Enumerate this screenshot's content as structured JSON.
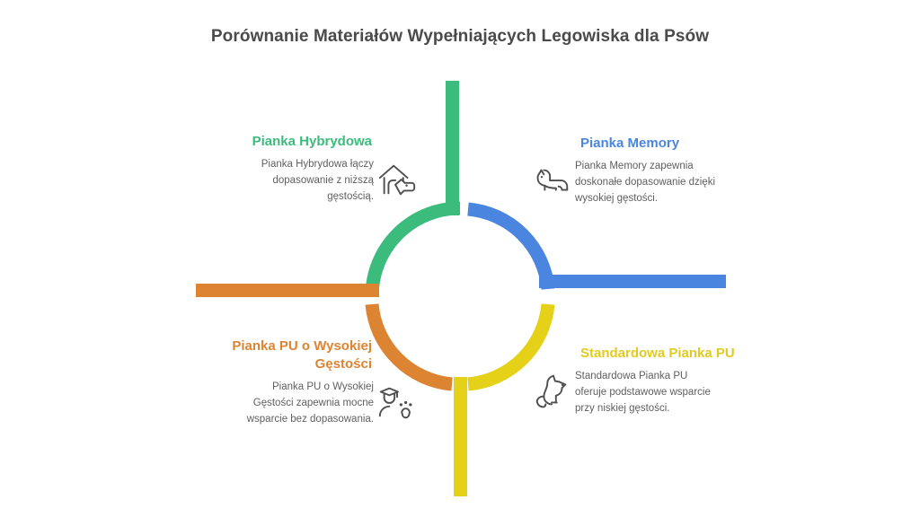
{
  "title": "Porównanie Materiałów Wypełniających Legowiska dla Psów",
  "colors": {
    "green": "#3cbc7c",
    "blue": "#4a86e0",
    "orange": "#dd8432",
    "yellow": "#e5d118",
    "title_text": "#4a4a4a",
    "body_text": "#5f5f5f",
    "icon_stroke": "#4f4f4f",
    "background": "#ffffff"
  },
  "quadrants": {
    "top_left": {
      "heading": "Pianka Hybrydowa",
      "body": "Pianka Hybrydowa łączy dopasowanie z niższą gęstością.",
      "color": "#3cbc7c",
      "icon": "dog-house-icon"
    },
    "top_right": {
      "heading": "Pianka Memory",
      "body": "Pianka Memory zapewnia doskonałe dopasowanie dzięki wysokiej gęstości.",
      "color": "#4a86e0",
      "icon": "lying-dog-icon"
    },
    "bottom_left": {
      "heading": "Pianka PU o Wysokiej Gęstości",
      "body": "Pianka PU o Wysokiej Gęstości zapewnia mocne wsparcie bez dopasowania.",
      "color": "#dd8432",
      "icon": "graduate-paw-icon"
    },
    "bottom_right": {
      "heading": "Standardowa Pianka PU",
      "body": "Standardowa Pianka PU oferuje podstawowe wsparcie przy niskiej gęstości.",
      "color": "#e5d118",
      "icon": "sitting-dog-icon"
    }
  }
}
